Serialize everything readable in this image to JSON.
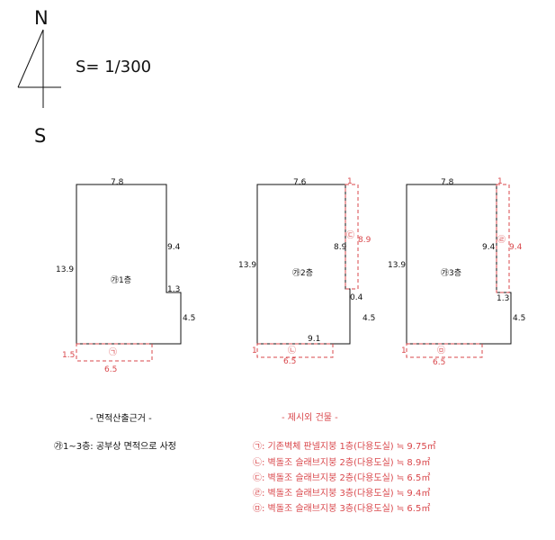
{
  "compass": {
    "north": "N",
    "south": "S"
  },
  "scale": "S= 1/300",
  "plans": {
    "floor1": {
      "area_label": "㉮1층",
      "top_dim": "7.8",
      "left_dim": "13.9",
      "right_upper_dim": "9.4",
      "step_dim": "1.3",
      "right_lower_dim": "4.5",
      "red_left_dim": "1.5",
      "red_marker": "㉠",
      "red_bottom_dim": "6.5"
    },
    "floor2": {
      "area_label": "㉮2층",
      "top_dim": "7.6",
      "left_dim": "13.9",
      "right_upper_dim": "8.9",
      "red_right_dim": "8.9",
      "red_top_dim": "1",
      "red_marker_upper": "㉢",
      "step_dim": "0.4",
      "right_lower_dim": "4.5",
      "bottom_dim": "9.1",
      "red_left_dim": "1",
      "red_marker_lower": "㉡",
      "red_bottom_dim": "6.5"
    },
    "floor3": {
      "area_label": "㉮3층",
      "top_dim": "7.8",
      "left_dim": "13.9",
      "right_upper_dim": "9.4",
      "red_right_dim": "9.4",
      "red_top_dim": "1",
      "red_marker_upper": "㉣",
      "step_dim": "1.3",
      "right_lower_dim": "4.5",
      "red_left_dim": "1",
      "red_marker_lower": "㉤",
      "red_bottom_dim": "6.5"
    }
  },
  "legend": {
    "basis_heading": "- 면적산출근거 -",
    "basis_text": "㉮1~3층: 공부상 면적으로 사정",
    "excluded_heading": "- 제시외 건물 -",
    "excluded_items": [
      "㉠: 기존벽체 판넬지붕 1층(다용도실) ≒ 9.75㎡",
      "㉡: 벽돌조 슬래브지붕 2층(다용도실) ≒ 8.9㎡",
      "㉢: 벽돌조 슬래브지붕 2층(다용도실) ≒ 6.5㎡",
      "㉣: 벽돌조 슬래브지붕 3층(다용도실) ≒ 9.4㎡",
      "㉤: 벽돌조 슬래브지붕 3층(다용도실) ≒ 6.5㎡"
    ]
  },
  "colors": {
    "linework": "#111111",
    "excluded_building": "#d9474b"
  }
}
